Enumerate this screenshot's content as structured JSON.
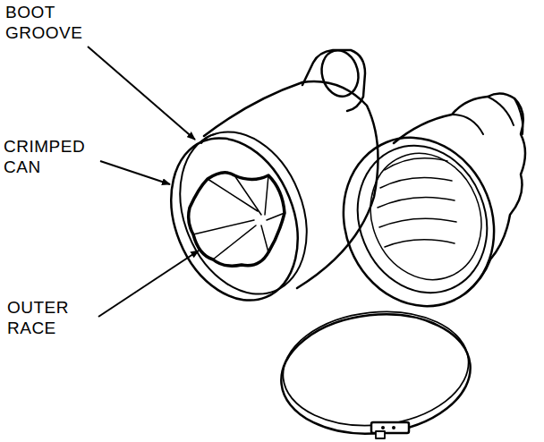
{
  "diagram": {
    "labels": [
      "BOOT GROOVE",
      "CRIMPED CAN",
      "OUTER RACE"
    ]
  }
}
